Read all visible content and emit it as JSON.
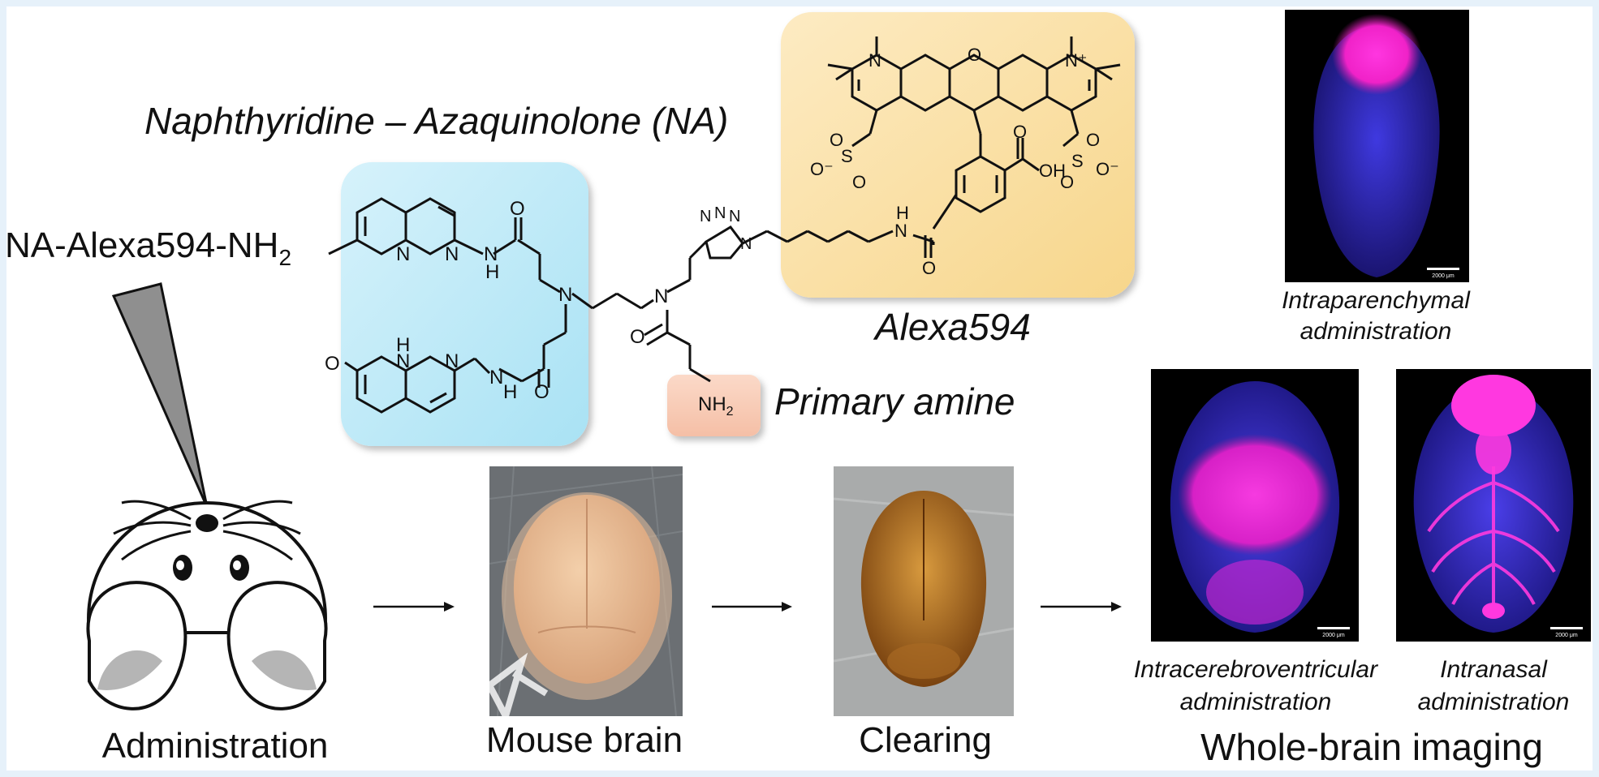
{
  "figure": {
    "compound_label": "NA-Alexa594-NH",
    "compound_subscript": "2",
    "na_title": "Naphthyridine – Azaquinolone (NA)",
    "alexa_label": "Alexa594",
    "amine_label": "Primary amine",
    "amine_group": "NH",
    "amine_group_sub": "2",
    "steps": {
      "administration": "Administration",
      "mouse_brain": "Mouse brain",
      "clearing": "Clearing",
      "whole_brain": "Whole-brain imaging"
    },
    "images": {
      "intraparenchymal": [
        "Intraparenchymal",
        "administration"
      ],
      "icv": [
        "Intracerebroventricular",
        "administration"
      ],
      "intranasal": [
        "Intranasal",
        "administration"
      ]
    },
    "scale_bar": "2000 μm",
    "atoms": {
      "N": "N",
      "O": "O",
      "H": "H",
      "OH": "OH",
      "S": "S",
      "Ominus": "O⁻",
      "Nplus": "N⁺"
    }
  },
  "colors": {
    "na_box": "#bfe9f7",
    "alexa_box": "#fbe2a8",
    "amine_box": "#f9cdb8",
    "magenta": "#ff2bd6",
    "blue": "#3a32d6"
  }
}
